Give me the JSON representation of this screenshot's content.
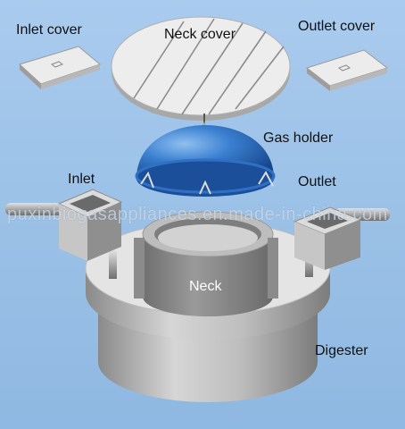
{
  "labels": {
    "inlet_cover": "Inlet cover",
    "neck_cover": "Neck cover",
    "outlet_cover": "Outlet cover",
    "gas_holder": "Gas holder",
    "inlet": "Inlet",
    "outlet": "Outlet",
    "neck": "Neck",
    "digester": "Digester"
  },
  "watermark": "puxinbiogasappliances.en.made-in-china.com",
  "colors": {
    "background": "#9ac0e6",
    "concrete": "#c9c9c9",
    "dome": "#2f6fc4",
    "pipe": "#9a9a9a"
  }
}
